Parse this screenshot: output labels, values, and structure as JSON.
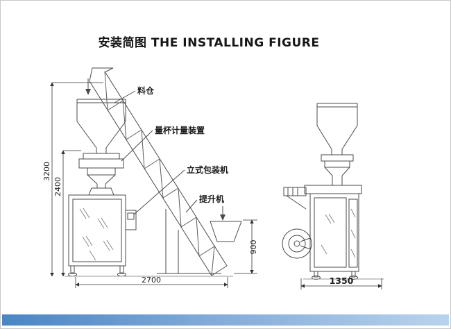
{
  "title": "安装简图 THE INSTALLING FIGURE",
  "labels": {
    "hopper": "料仓",
    "measuring_device": "量杯计量装置",
    "packing_machine": "立式包装机",
    "elevator": "提升机"
  },
  "dimensions": {
    "total_height": "3200",
    "machine_height": "2400",
    "front_width": "2700",
    "discharge_height": "900",
    "side_width": "1350"
  },
  "colors": {
    "line": "#4a4a4a",
    "dimension": "#333333",
    "accent_bar_start": "#4a85c4",
    "accent_bar_end": "#b9d3ec"
  }
}
